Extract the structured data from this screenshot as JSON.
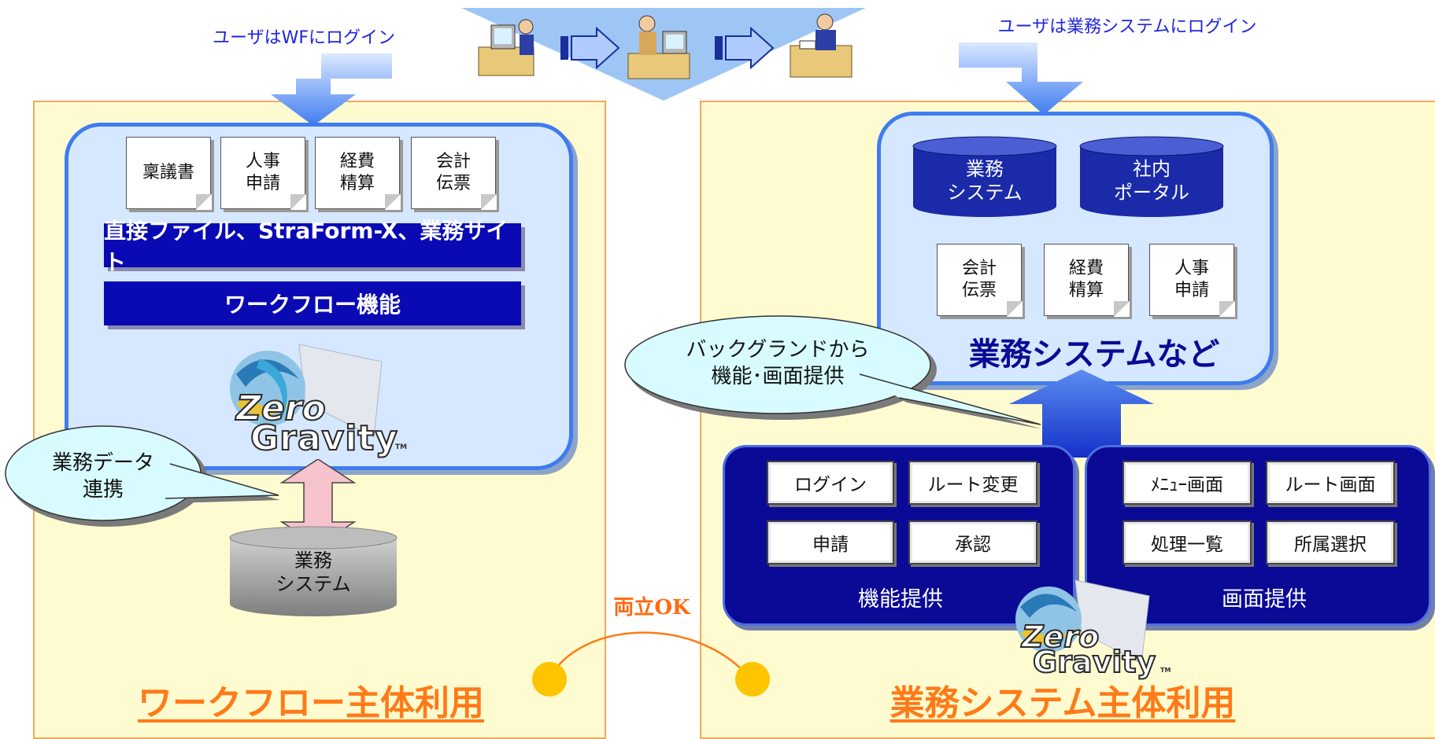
{
  "header": {
    "left_login": "ユーザはWFにログイン",
    "right_login": "ユーザは業務システムにログイン"
  },
  "left": {
    "documents": [
      "稟議書",
      "人事\n申請",
      "経費\n精算",
      "会計\n伝票"
    ],
    "bar1": "直接ファイル、StraForm-X、業務サイト",
    "bar2": "ワークフロー機能",
    "logo_text": [
      "Zero",
      "Gravity",
      "TM"
    ],
    "callout": "業務データ\n連携",
    "db_label": "業務\nシステム",
    "title": "ワークフロー主体利用"
  },
  "middle": {
    "label": "両立OK"
  },
  "right": {
    "db1": "業務\nシステム",
    "db2": "社内\nポータル",
    "documents": [
      "会計\n伝票",
      "経費\n精算",
      "人事\n申請"
    ],
    "box_caption": "業務システムなど",
    "callout": "バックグランドから\n機能･画面提供",
    "function_buttons": [
      "ログイン",
      "ルート変更",
      "申請",
      "承認"
    ],
    "function_caption": "機能提供",
    "screen_buttons": [
      "ﾒﾆｭｰ画面",
      "ルート画面",
      "処理一覧",
      "所属選択"
    ],
    "screen_caption": "画面提供",
    "logo_text": [
      "Zero",
      "Gravity",
      "TM"
    ],
    "title": "業務システム主体利用"
  },
  "colors": {
    "panel_bg": "#fffbd0",
    "panel_border": "#f0a860",
    "accent_blue": "#3f7cf0",
    "navy": "#0a0ab4",
    "title_orange": "#ff7a18"
  }
}
